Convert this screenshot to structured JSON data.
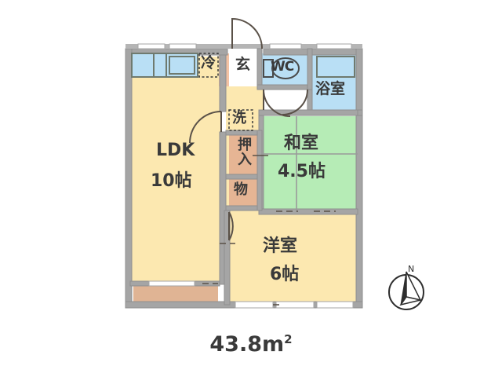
{
  "document": {
    "type": "floor-plan",
    "area_label": "43.8",
    "area_unit": "m",
    "area_unit_sup": "2",
    "compass_label": "N"
  },
  "colors": {
    "wall": "#a5a5a5",
    "wall_outline": "#8f8f8f",
    "room_floor": "#fce8b0",
    "tatami_floor": "#b6ecb6",
    "water_floor": "#b9dff5",
    "closet_floor": "#e6b594",
    "balcony_floor": "#e0b494",
    "entrance_floor": "#f3c2a3",
    "door_line": "#5a5148",
    "text": "#3a3a3a",
    "background": "#ffffff"
  },
  "rooms": [
    {
      "id": "ldk",
      "name": "LDK",
      "size": "10帖",
      "floor": "room"
    },
    {
      "id": "washitsu",
      "name": "和室",
      "size": "4.5帖",
      "floor": "tatami"
    },
    {
      "id": "yoshitsu",
      "name": "洋室",
      "size": "6帖",
      "floor": "room"
    },
    {
      "id": "bathroom",
      "name": "浴室",
      "size": "",
      "floor": "water"
    }
  ],
  "fixtures": [
    {
      "id": "fridge",
      "label": "冷",
      "note": "refrigerator-space"
    },
    {
      "id": "entrance",
      "label": "玄",
      "note": "genkan-entrance"
    },
    {
      "id": "toilet",
      "label": "WC",
      "note": "water-closet"
    },
    {
      "id": "washer",
      "label": "洗",
      "note": "washing-machine-space"
    },
    {
      "id": "closet",
      "label": "押入",
      "note": "oshiire-closet"
    },
    {
      "id": "storage",
      "label": "物",
      "note": "mono-storage"
    }
  ]
}
